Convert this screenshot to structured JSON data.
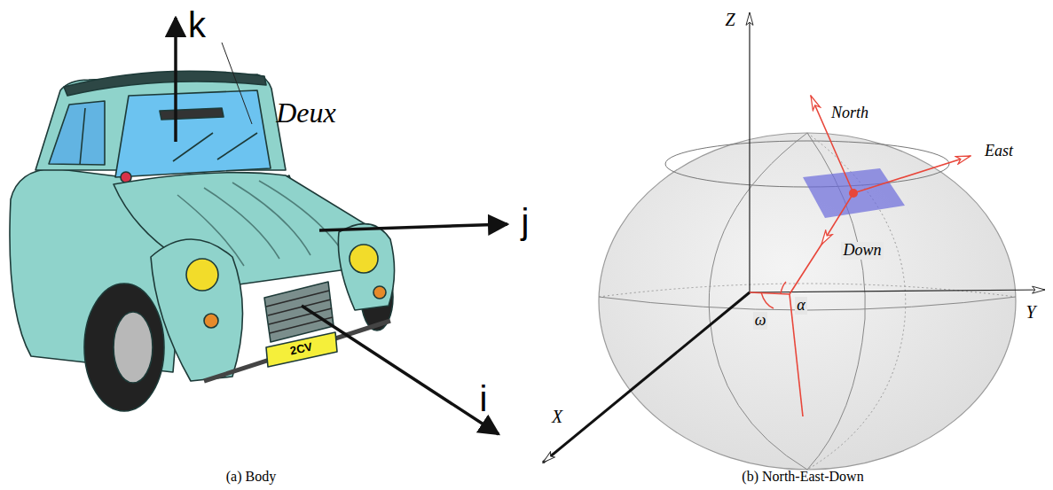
{
  "diagram": {
    "labels": [
      "k",
      "Deux",
      "j",
      "i",
      "2CV",
      "(a) Body",
      "Z",
      "North",
      "East",
      "Down",
      "ω",
      "α",
      "Y",
      "X",
      "(b) North-East-Down"
    ]
  }
}
